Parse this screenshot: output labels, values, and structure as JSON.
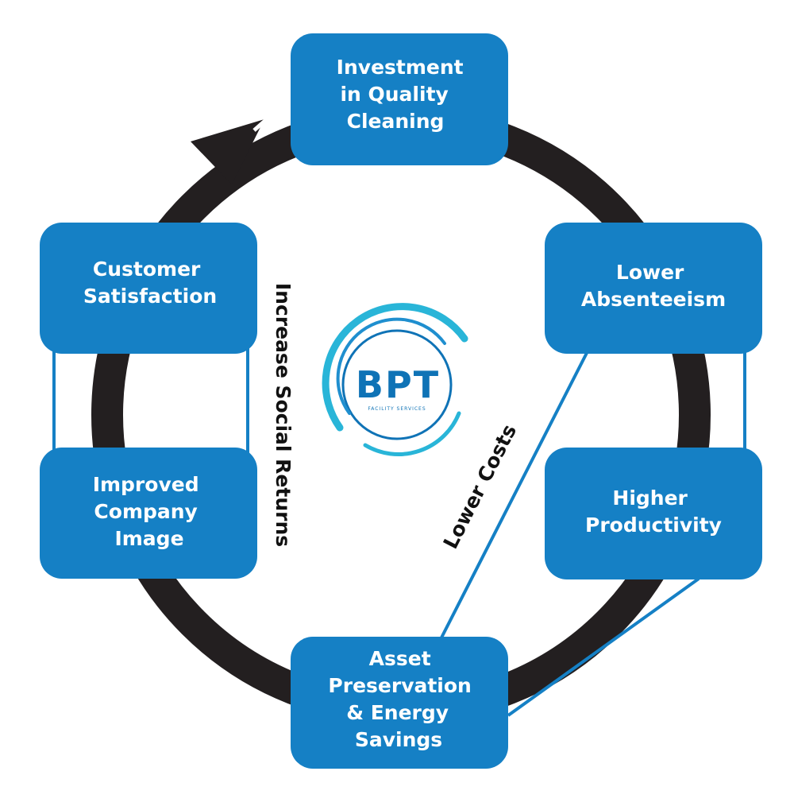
{
  "colors": {
    "box": "#1580c5",
    "ring": "#231f20",
    "connector": "#1580c5",
    "logo": "#0f73b6",
    "logo_arc": "#29b5d8"
  },
  "boxes": {
    "investment": [
      "Investment",
      "in Quality",
      "Cleaning"
    ],
    "absenteeism": [
      "Lower",
      "Absenteeism"
    ],
    "productivity": [
      "Higher",
      "Productivity"
    ],
    "asset": [
      "Asset",
      "Preservation",
      "& Energy",
      "Savings"
    ],
    "image": [
      "Improved",
      "Company",
      "Image"
    ],
    "satisfaction": [
      "Customer",
      "Satisfaction"
    ]
  },
  "labels": {
    "social_returns": "Increase Social Returns",
    "lower_costs": "Lower Costs"
  },
  "logo": {
    "main": "BPT",
    "sub": "FACILITY SERVICES"
  },
  "icons": {
    "cycle_arrow": "arrowhead-icon"
  }
}
